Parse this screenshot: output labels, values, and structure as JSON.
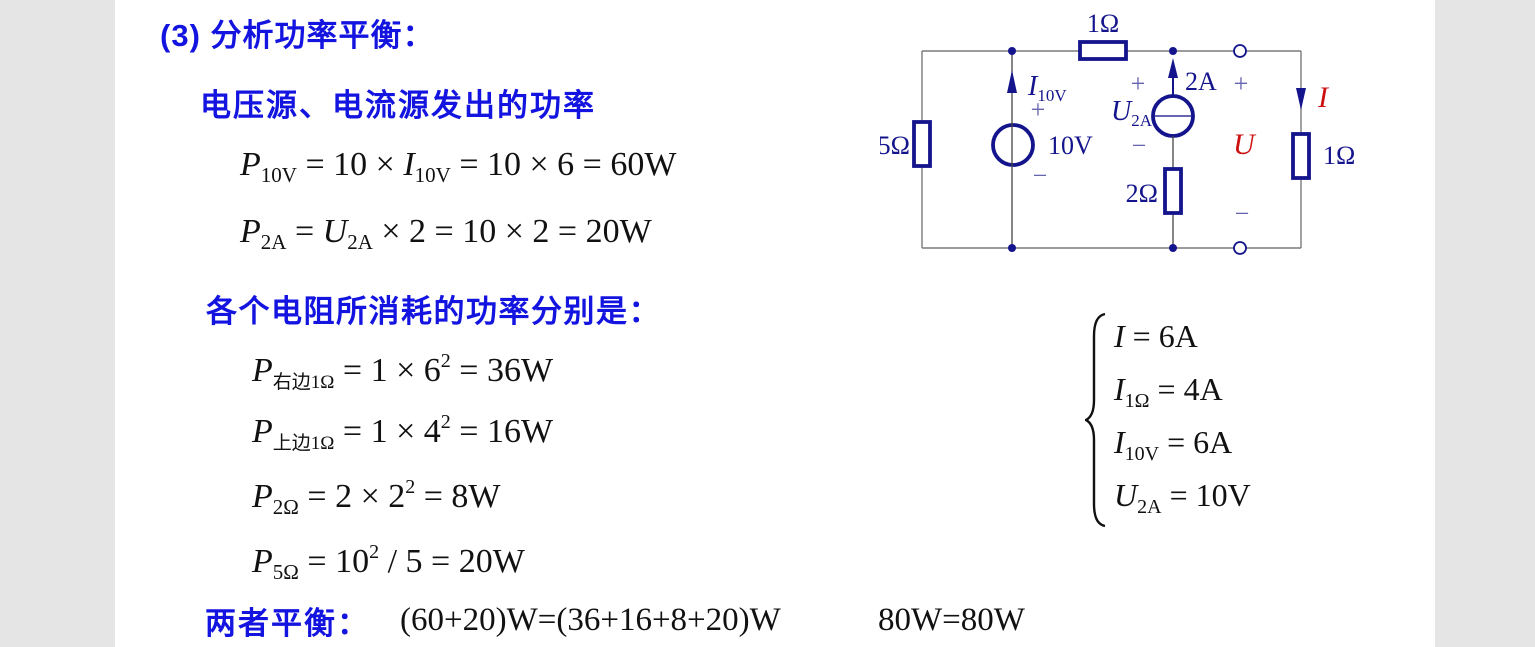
{
  "headings": {
    "title": "(3) 分析功率平衡：",
    "sources_power": "电压源、电流源发出的功率",
    "resistors_power": "各个电阻所消耗的功率分别是：",
    "balance": "两者平衡："
  },
  "formulas": {
    "p10v": [
      [
        "P",
        "it"
      ],
      [
        "10V",
        "sub"
      ],
      [
        " = 10 × ",
        "rm"
      ],
      [
        "I",
        "it"
      ],
      [
        "10V",
        "sub"
      ],
      [
        " = 10 × 6 = 60W",
        "rm"
      ]
    ],
    "p2a": [
      [
        "P",
        "it"
      ],
      [
        "2A",
        "sub"
      ],
      [
        " = ",
        "rm"
      ],
      [
        "U",
        "it"
      ],
      [
        "2A",
        "sub"
      ],
      [
        " × 2 = 10 × 2 = 20W",
        "rm"
      ]
    ],
    "p_right_1ohm": [
      [
        "P",
        "it"
      ],
      [
        "右边1Ω",
        "subcn"
      ],
      [
        " = 1 × 6",
        "rm"
      ],
      [
        "2",
        "sup"
      ],
      [
        " = 36W",
        "rm"
      ]
    ],
    "p_top_1ohm": [
      [
        "P",
        "it"
      ],
      [
        "上边1Ω",
        "subcn"
      ],
      [
        " = 1 × 4",
        "rm"
      ],
      [
        "2",
        "sup"
      ],
      [
        " = 16W",
        "rm"
      ]
    ],
    "p_2ohm": [
      [
        "P",
        "it"
      ],
      [
        "2Ω",
        "sub"
      ],
      [
        " = 2 × 2",
        "rm"
      ],
      [
        "2",
        "sup"
      ],
      [
        " = 8W",
        "rm"
      ]
    ],
    "p_5ohm": [
      [
        "P",
        "it"
      ],
      [
        "5Ω",
        "sub"
      ],
      [
        " = 10",
        "rm"
      ],
      [
        "2",
        "sup"
      ],
      [
        " / 5 = 20W",
        "rm"
      ]
    ]
  },
  "balance_check": {
    "equation": "(60+20)W=(36+16+8+20)W",
    "result": "80W=80W"
  },
  "equations": {
    "eq1": [
      [
        "I",
        "it"
      ],
      [
        " = 6A",
        "rm"
      ]
    ],
    "eq2": [
      [
        "I",
        "it"
      ],
      [
        "1Ω",
        "sub"
      ],
      [
        " = 4A",
        "rm"
      ]
    ],
    "eq3": [
      [
        "I",
        "it"
      ],
      [
        "10V",
        "sub"
      ],
      [
        " = 6A",
        "rm"
      ]
    ],
    "eq4": [
      [
        "U",
        "it"
      ],
      [
        "2A",
        "sub"
      ],
      [
        " = 10V",
        "rm"
      ]
    ]
  },
  "circuit": {
    "r_top_label": "1Ω",
    "r_left_label": "5Ω",
    "r_mid_label": "2Ω",
    "r_right_label": "1Ω",
    "voltage_source_label": "10V",
    "current_source_label": "2A",
    "i_10v_main": "I",
    "i_10v_sub": "10V",
    "u_2a_main": "U",
    "u_2a_sub": "2A",
    "current_label": "I",
    "voltage_label": "U",
    "plus": "+",
    "minus": "−"
  },
  "colors": {
    "heading_blue": "#1414e0",
    "circuit_navy": "#14148c",
    "annotation_red": "#cc1111",
    "wire_gray": "#7a7a7a",
    "polarity_slate": "#6565b0",
    "page_gray": "#e5e5e5",
    "slide_white": "#ffffff"
  }
}
